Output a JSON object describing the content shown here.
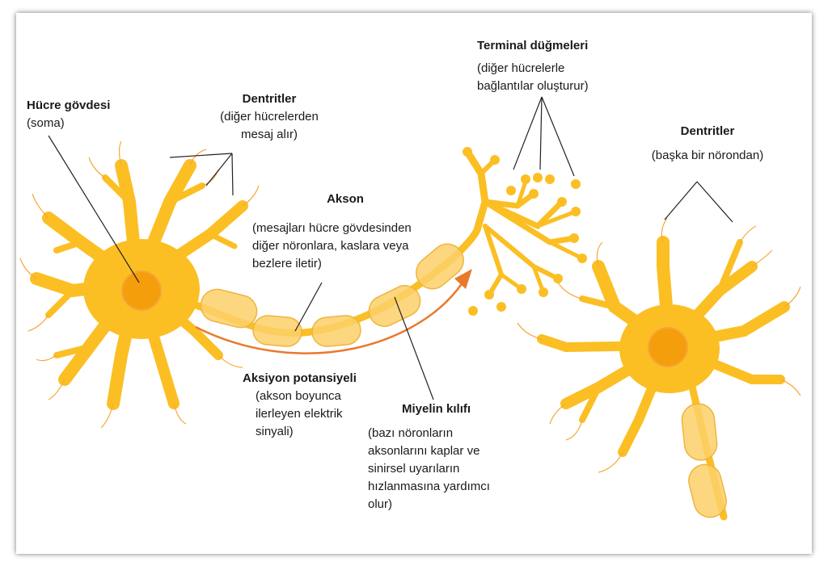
{
  "labels": {
    "soma": {
      "title": "Hücre gövdesi",
      "desc": "(soma)"
    },
    "dendrites_in": {
      "title": "Dentritler",
      "desc": "(diğer hücrelerden\nmesaj alır)"
    },
    "axon": {
      "title": "Akson",
      "desc": "(mesajları hücre gövdesinden\ndiğer nöronlara, kaslara veya\nbezlere iletir)"
    },
    "terminals": {
      "title": "Terminal düğmeleri",
      "desc": "(diğer hücrelerle\nbağlantılar oluşturur)"
    },
    "dendrites_other": {
      "title": "Dentritler",
      "desc": "(başka bir nörondan)"
    },
    "action_potential": {
      "title": "Aksiyon potansiyeli",
      "desc": "(akson boyunca\nilerleyen elektrik\nsinyali)"
    },
    "myelin": {
      "title": "Miyelin kılıfı",
      "desc": "(bazı nöronların\naksonlarını kaplar ve\nsinirsel uyarıların\nhızlanmasına yardımcı\nolur)"
    }
  },
  "colors": {
    "cell": "#fbbf24",
    "nucleus": "#f59e0b",
    "myelin": "#fcd06a",
    "arrow": "#e87a2c",
    "leader": "#222222"
  }
}
